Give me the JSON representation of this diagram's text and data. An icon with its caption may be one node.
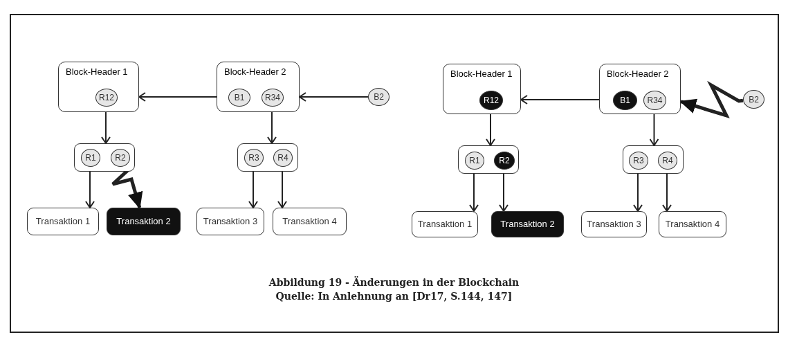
{
  "diagram": {
    "caption": "Abbildung 19 - Änderungen in der Blockchain",
    "nodes": [
      {
        "text": [
          "Block-Header 1"
        ]
      },
      {
        "text": [
          "R12"
        ],
        "in": 0
      },
      {
        "text": [
          "Block-Header 2"
        ]
      },
      {
        "text": [
          "B1"
        ],
        "in": 2
      },
      {
        "text": [
          "R34"
        ],
        "in": 2
      },
      {
        "text": [
          "B2"
        ]
      },
      {
        "text": [],
        "shape": "box"
      },
      {
        "text": [
          "R1"
        ],
        "in": 6
      },
      {
        "text": [
          "R2"
        ],
        "in": 6
      },
      {
        "text": [],
        "shape": "box"
      },
      {
        "text": [
          "R3"
        ],
        "in": 9
      },
      {
        "text": [
          "R4"
        ],
        "in": 9
      },
      {
        "text": [
          "Transaktion 1"
        ]
      },
      {
        "text": [
          "Transaktion 2"
        ]
      },
      {
        "text": [
          "Transaktion 3"
        ]
      },
      {
        "text": [
          "Transaktion 4"
        ]
      },
      {
        "text": [
          "Block-Header 1"
        ]
      },
      {
        "text": [
          "R12"
        ],
        "in": 16
      },
      {
        "text": [
          "Block-Header 2"
        ]
      },
      {
        "text": [
          "B1"
        ],
        "in": 18
      },
      {
        "text": [
          "R34"
        ],
        "in": 18
      },
      {
        "text": [
          "B2"
        ]
      },
      {
        "text": [],
        "shape": "box"
      },
      {
        "text": [
          "R1"
        ],
        "in": 22
      },
      {
        "text": [
          "R2"
        ],
        "in": 22
      },
      {
        "text": [],
        "shape": "box"
      },
      {
        "text": [
          "R3"
        ],
        "in": 25
      },
      {
        "text": [
          "R4"
        ],
        "in": 25
      },
      {
        "text": [
          "Transaktion 1"
        ]
      },
      {
        "text": [
          "Transaktion 2"
        ]
      },
      {
        "text": [
          "Transaktion 3"
        ]
      },
      {
        "text": [
          "Transaktion 4"
        ]
      }
    ],
    "edges": [
      {
        "from": 3,
        "to": 0,
        "arrow": "to"
      },
      {
        "from": 5,
        "to": 2,
        "arrow": "to"
      },
      {
        "from": 1,
        "to": 6,
        "arrow": "to"
      },
      {
        "from": 4,
        "to": 9,
        "arrow": "to"
      },
      {
        "from": 7,
        "to": 12,
        "arrow": "to"
      },
      {
        "from": 10,
        "to": 14,
        "arrow": "to"
      },
      {
        "from": 11,
        "to": 15,
        "arrow": "to"
      },
      {
        "from": 8,
        "to": 13,
        "arrow": "to",
        "style": "thick"
      },
      {
        "from": 19,
        "to": 16,
        "arrow": "to"
      },
      {
        "from": 21,
        "to": 18,
        "arrow": "to",
        "style": "thick"
      },
      {
        "from": 17,
        "to": 22,
        "arrow": "to"
      },
      {
        "from": 20,
        "to": 25,
        "arrow": "to"
      },
      {
        "from": 23,
        "to": 28,
        "arrow": "to"
      },
      {
        "from": 24,
        "to": 29,
        "arrow": "to"
      },
      {
        "from": 26,
        "to": 30,
        "arrow": "to"
      },
      {
        "from": 27,
        "to": 31,
        "arrow": "to"
      }
    ],
    "labels": [
      "Quelle: In Anlehnung an [Dr17, S.144, 147]"
    ]
  }
}
